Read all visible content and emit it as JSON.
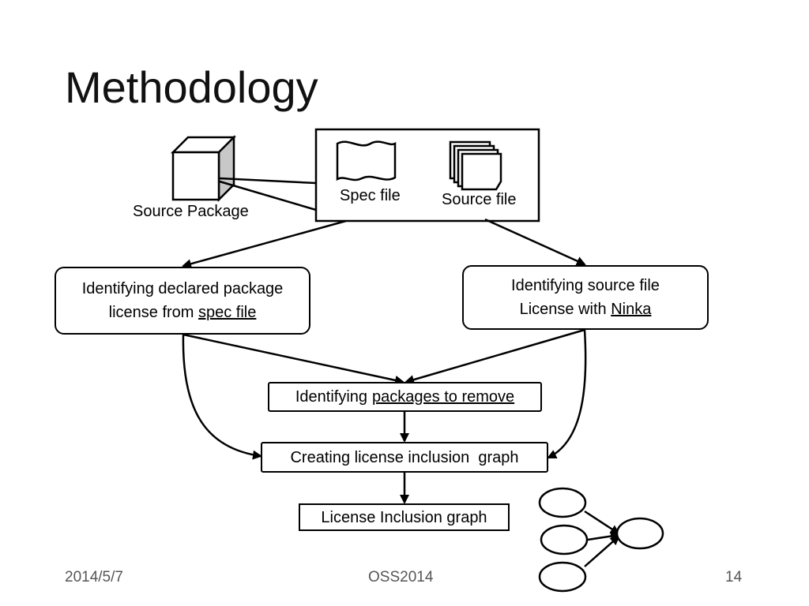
{
  "slide": {
    "title": "Methodology",
    "footer": {
      "date": "2014/5/7",
      "event": "OSS2014",
      "page": "14"
    }
  },
  "diagram": {
    "source_package_label": "Source Package",
    "spec_file_label": "Spec file",
    "source_file_label": "Source file",
    "declared_box": {
      "line1": "Identifying declared package",
      "line2_prefix": "license from ",
      "line2_link": "spec file"
    },
    "source_box": {
      "line1": "Identifying source file",
      "line2_prefix": "License with ",
      "line2_link": "Ninka"
    },
    "remove_box": {
      "prefix": "Identifying ",
      "link": "packages to remove"
    },
    "graph_box": "Creating license inclusion  graph",
    "result_box": "License Inclusion graph"
  }
}
